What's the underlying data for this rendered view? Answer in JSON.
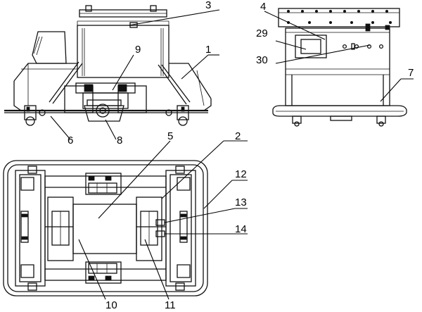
{
  "views": {
    "front": {
      "labels": [
        "3",
        "9",
        "1",
        "6",
        "8"
      ]
    },
    "side": {
      "labels": [
        "4",
        "29",
        "30",
        "7"
      ]
    },
    "top": {
      "labels": [
        "5",
        "2",
        "12",
        "13",
        "14",
        "10",
        "11"
      ]
    }
  }
}
